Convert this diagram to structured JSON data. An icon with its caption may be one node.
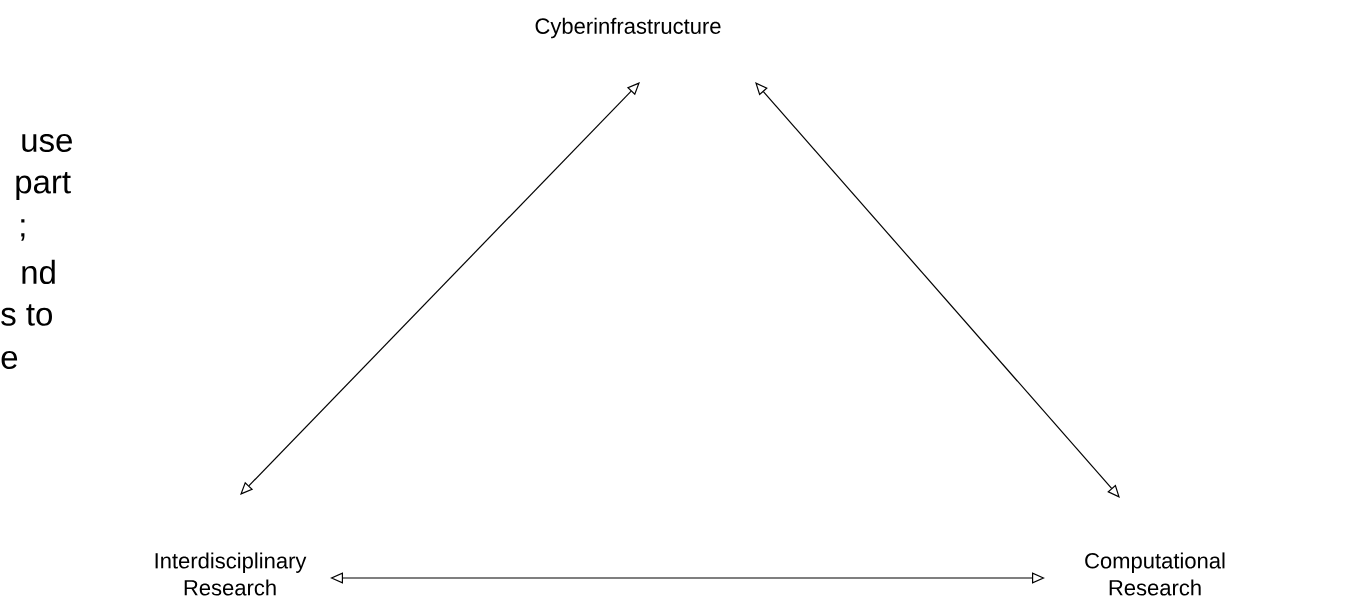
{
  "diagram": {
    "nodes": [
      {
        "text": [
          "Cyberinfrastructure"
        ]
      },
      {
        "text": [
          "Interdisciplinary Research"
        ]
      },
      {
        "text": [
          "Computational Research"
        ]
      }
    ],
    "edges": [
      {
        "from": 0,
        "to": 1,
        "arrow": "both"
      },
      {
        "from": 0,
        "to": 2,
        "arrow": "both"
      },
      {
        "from": 1,
        "to": 2,
        "arrow": "both"
      }
    ],
    "labels": [
      "use",
      "part",
      ";",
      "nd",
      "s to",
      "e"
    ]
  }
}
